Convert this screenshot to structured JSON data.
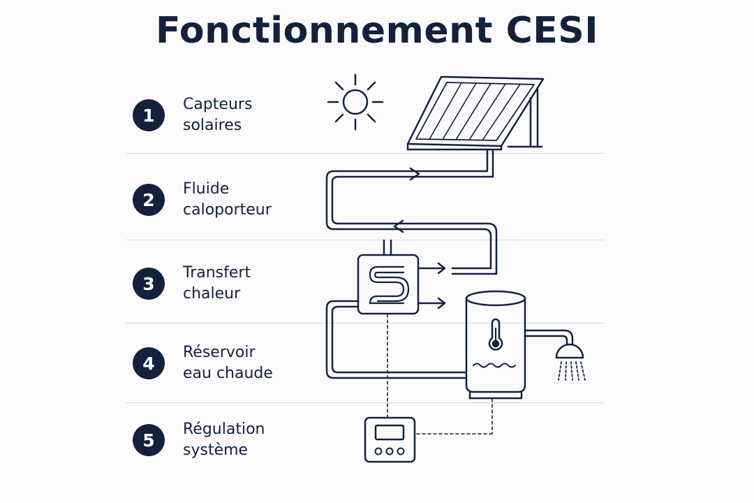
{
  "title": "Fonctionnement CESI",
  "colors": {
    "ink": "#14213d",
    "divider": "#d5d9e2",
    "background": "#fbfbfc"
  },
  "steps": [
    {
      "number": "1",
      "line1": "Capteurs",
      "line2": "solaires",
      "icon": "solar-panel-icon"
    },
    {
      "number": "2",
      "line1": "Fluide",
      "line2": "caloporteur",
      "icon": "pipe-loop-icon"
    },
    {
      "number": "3",
      "line1": "Transfert",
      "line2": "chaleur",
      "icon": "heat-exchanger-icon"
    },
    {
      "number": "4",
      "line1": "Réservoir",
      "line2": "eau chaude",
      "icon": "water-tank-icon"
    },
    {
      "number": "5",
      "line1": "Régulation",
      "line2": "système",
      "icon": "controller-icon"
    }
  ]
}
